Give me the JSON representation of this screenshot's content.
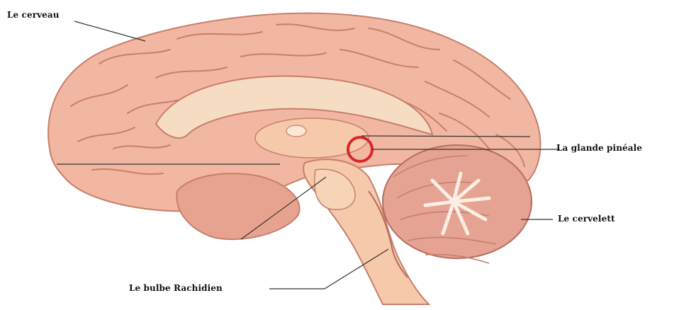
{
  "labels": {
    "cerveau": "Le cerveau",
    "glande_pineale": "La glande pinéale",
    "cervelet": "Le cervelett",
    "bulbe": "Le bulbe Rachidien"
  },
  "colors": {
    "brain_fill": "#f2b7a2",
    "brain_shadow": "#d98f7a",
    "gyri_line": "#c77f6c",
    "corpus_callosum": "#f7dcc4",
    "brainstem": "#f5c9a9",
    "cerebellum_fill": "#e6a393",
    "cerebellum_tree": "#fbefe4",
    "highlight_ring": "#d8262b",
    "leader_line": "#333333"
  }
}
